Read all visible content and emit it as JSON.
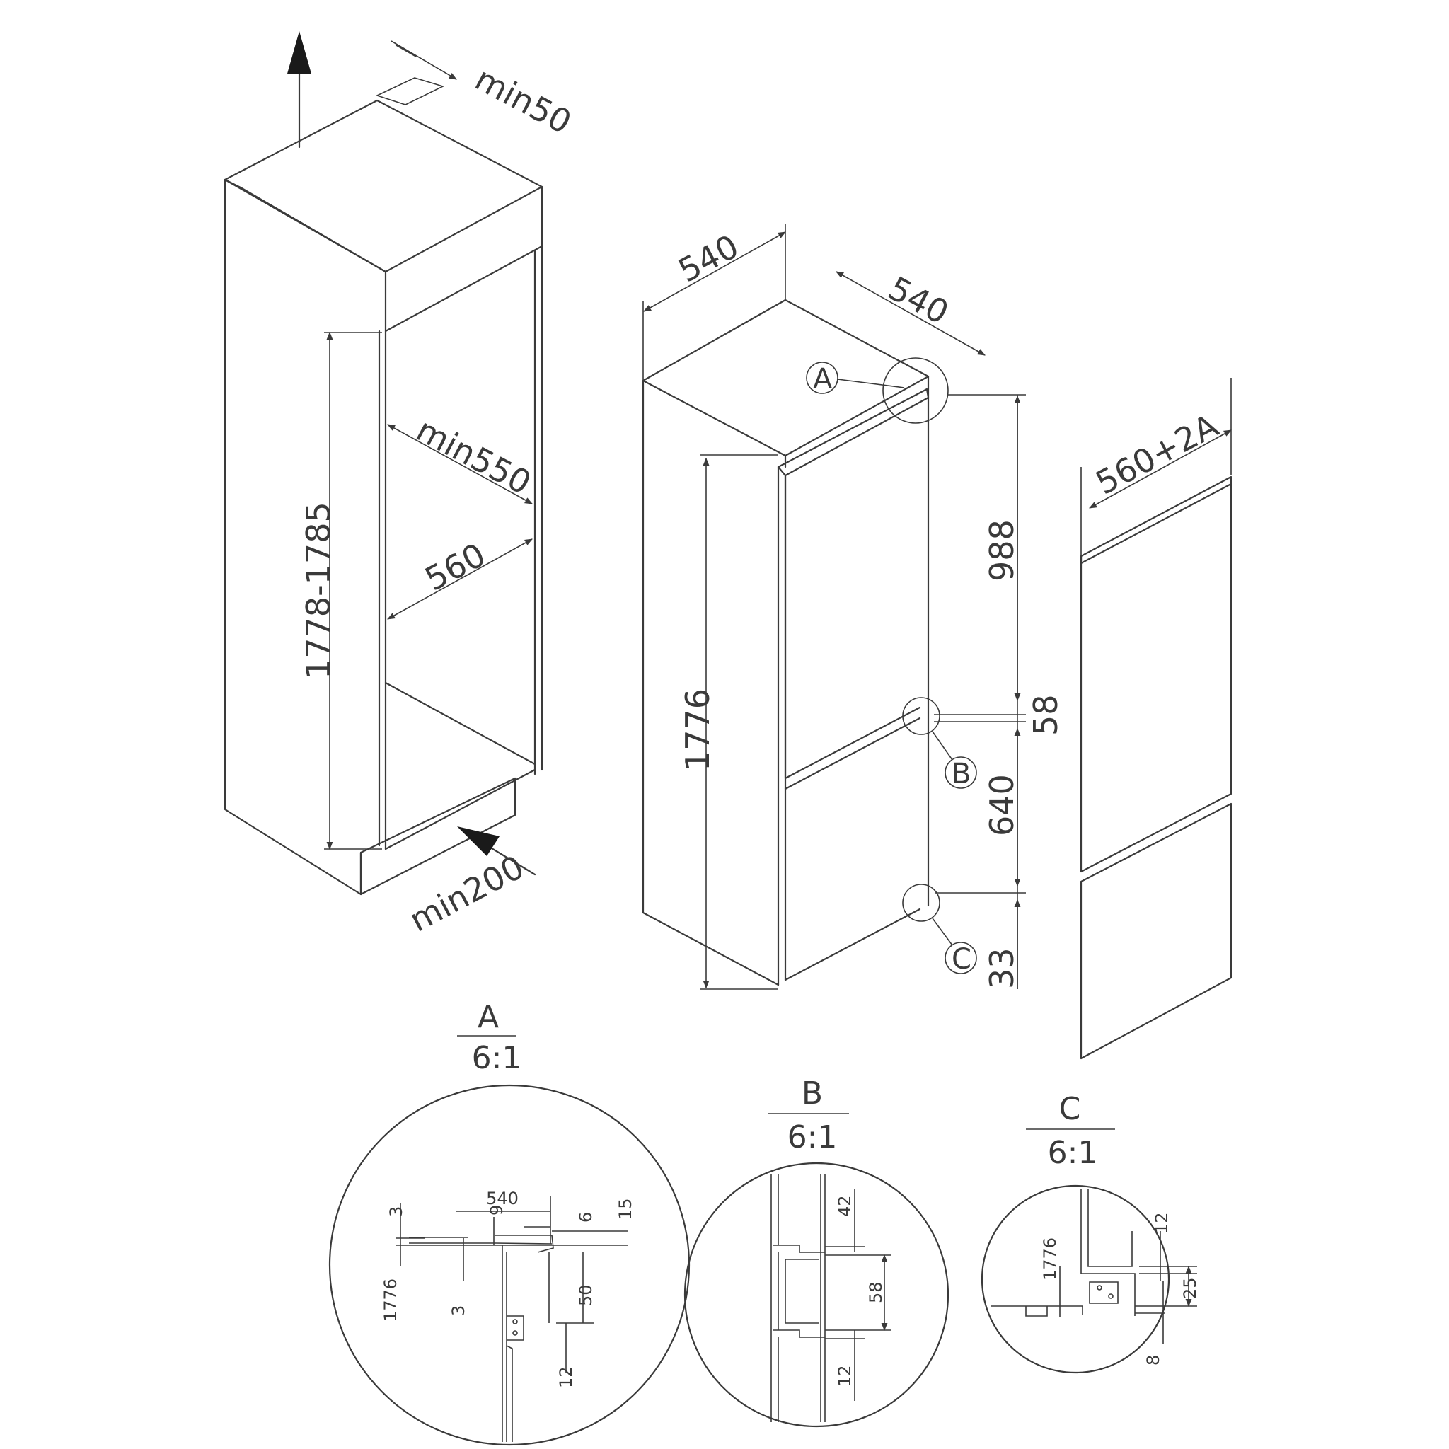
{
  "niche": {
    "top_clearance": "min50",
    "height": "1778-1785",
    "depth": "min550",
    "width": "560",
    "bottom_vent": "min200"
  },
  "appliance": {
    "width": "540",
    "depth": "540",
    "height": "1776",
    "upper_door": "988",
    "gap": "58",
    "lower_door": "640",
    "bottom": "33",
    "callout_a": "A",
    "callout_b": "B",
    "callout_c": "C"
  },
  "panel": {
    "width": "560+2A"
  },
  "detail_a": {
    "label": "A",
    "scale": "6:1",
    "dims": [
      "540",
      "9",
      "6",
      "15",
      "3",
      "1776",
      "3",
      "50",
      "12"
    ]
  },
  "detail_b": {
    "label": "B",
    "scale": "6:1",
    "dims": [
      "42",
      "58",
      "12"
    ]
  },
  "detail_c": {
    "label": "C",
    "scale": "6:1",
    "dims": [
      "1776",
      "12",
      "25",
      "8"
    ]
  }
}
